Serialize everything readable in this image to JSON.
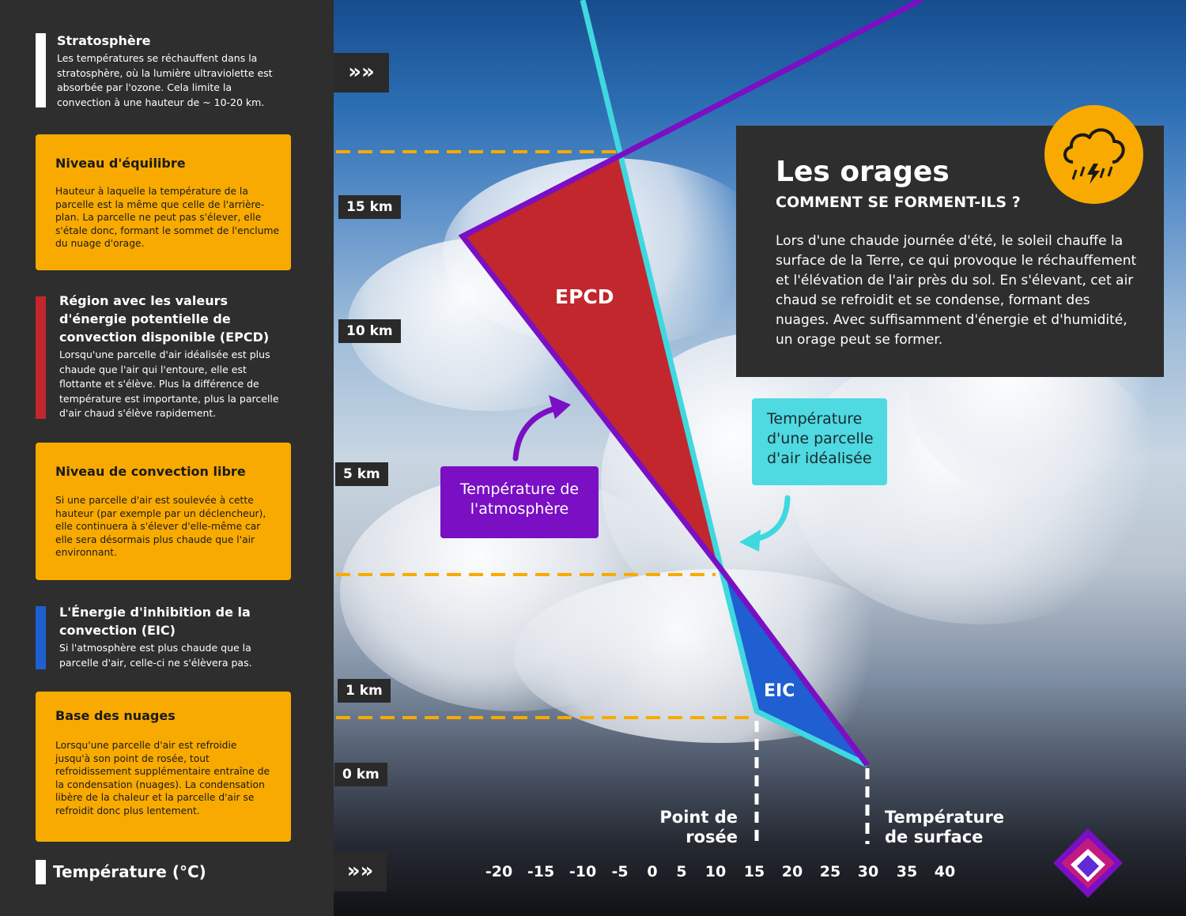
{
  "sidebar": {
    "stratosphere": {
      "title": "Stratosphère",
      "desc": "Les températures se réchauffent dans la stratosphère, où la lumière ultraviolette est absorbée par l'ozone. Cela limite la convection à une hauteur de ~ 10-20 km."
    },
    "equilibrium": {
      "title": "Niveau d'équilibre",
      "desc": "Hauteur à laquelle la température de la parcelle est la même que celle de l'arrière-plan. La parcelle ne peut pas s'élever, elle s'étale donc, formant le sommet de l'enclume du nuage d'orage."
    },
    "epcd": {
      "title": "Région avec les valeurs d'énergie potentielle de convection disponible (EPCD)",
      "desc": "Lorsqu'une parcelle d'air idéalisée est plus chaude que l'air qui l'entoure, elle est flottante et s'élève. Plus la différence de température est importante, plus la parcelle d'air chaud s'élève rapidement."
    },
    "free_convection": {
      "title": "Niveau de convection libre",
      "desc": "Si une parcelle d'air est soulevée à cette hauteur (par exemple par un déclencheur), elle continuera à s'élever d'elle-même car elle sera désormais plus chaude que l'air environnant."
    },
    "eic": {
      "title": "L'Énergie d'inhibition de la convection (EIC)",
      "desc": "Si l'atmosphère est plus chaude que la parcelle d'air, celle-ci ne s'élèvera pas."
    },
    "cloud_base": {
      "title": "Base des nuages",
      "desc": "Lorsqu'une parcelle d'air est refroidie jusqu'à son point de rosée, tout refroidissement supplémentaire entraîne de la condensation (nuages). La condensation libère de la chaleur et la parcelle d'air se refroidit donc plus lentement."
    },
    "temperature_label": "Température (°C)",
    "arrow_glyph": "»»",
    "colors": {
      "orange": "#f8aa00",
      "red": "#c1272d",
      "blue": "#1f5fd1",
      "white": "#ffffff",
      "panel": "#2e2e2e"
    }
  },
  "altitudes": [
    "15 km",
    "10 km",
    "5 km",
    "1 km",
    "0 km"
  ],
  "x_axis": {
    "ticks": [
      "-20",
      "-15",
      "-10",
      "-5",
      "0",
      "5",
      "10",
      "15",
      "20",
      "25",
      "30",
      "35",
      "40"
    ]
  },
  "info": {
    "title": "Les orages",
    "subtitle": "COMMENT SE FORMENT-ILS ?",
    "body": "Lors d'une chaude journée d'été, le soleil chauffe la surface de la Terre, ce qui provoque le réchauffement et l'élévation de l'air près du sol. En s'élevant, cet air chaud se refroidit et se condense, formant des nuages. Avec suffisamment d'énergie et d'humidité, un orage peut se former.",
    "icon": "storm-cloud-icon"
  },
  "diagram": {
    "epcd_label": "EPCD",
    "eic_label": "EIC",
    "atmosphere_label": "Température de l'atmosphère",
    "parcel_label": "Température d'une parcelle d'air idéalisée",
    "dew_point_label": "Point de rosée",
    "surface_temp_label": "Température de surface",
    "colors": {
      "atmosphere": "#7a0fc4",
      "parcel": "#3fd8df",
      "epcd_fill": "#c1272d",
      "eic_fill": "#1f5fd1"
    }
  },
  "logo": "maple-leaf-logo"
}
